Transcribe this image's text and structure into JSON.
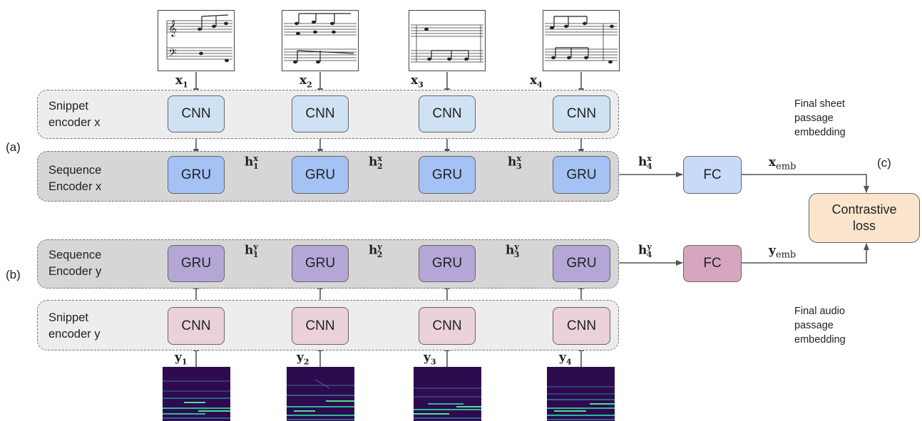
{
  "labels": {
    "a": "(a)",
    "b": "(b)",
    "c": "(c)",
    "snippet_x": [
      "Snippet",
      "encoder x"
    ],
    "sequence_x": [
      "Sequence",
      "Encoder x"
    ],
    "sequence_y": [
      "Sequence",
      "Encoder y"
    ],
    "snippet_y": [
      "Snippet",
      "encoder y"
    ]
  },
  "blocks": {
    "cnn": "CNN",
    "gru": "GRU",
    "fc": "FC",
    "loss": [
      "Contrastive",
      "loss"
    ]
  },
  "notes": {
    "sheet_embedding": [
      "Final sheet",
      "passage",
      "embedding"
    ],
    "audio_embedding": [
      "Final audio",
      "passage",
      "embedding"
    ]
  },
  "math": {
    "x_inputs": [
      {
        "base": "x",
        "sub": "1"
      },
      {
        "base": "x",
        "sub": "2"
      },
      {
        "base": "x",
        "sub": "3"
      },
      {
        "base": "x",
        "sub": "4"
      }
    ],
    "y_inputs": [
      {
        "base": "y",
        "sub": "1"
      },
      {
        "base": "y",
        "sub": "2"
      },
      {
        "base": "y",
        "sub": "3"
      },
      {
        "base": "y",
        "sub": "4"
      }
    ],
    "hx": [
      {
        "base": "h",
        "sup": "x",
        "sub": "1"
      },
      {
        "base": "h",
        "sup": "x",
        "sub": "2"
      },
      {
        "base": "h",
        "sup": "x",
        "sub": "3"
      },
      {
        "base": "h",
        "sup": "x",
        "sub": "4"
      }
    ],
    "hy": [
      {
        "base": "h",
        "sup": "y",
        "sub": "1"
      },
      {
        "base": "h",
        "sup": "y",
        "sub": "2"
      },
      {
        "base": "h",
        "sup": "y",
        "sub": "3"
      },
      {
        "base": "h",
        "sup": "y",
        "sub": "4"
      }
    ],
    "x_emb": {
      "base": "x",
      "sub": "emb"
    },
    "y_emb": {
      "base": "y",
      "sub": "emb"
    }
  },
  "colors": {
    "cnn_x": "#cfe2f3",
    "gru_x": "#a4c2f4",
    "gru_y": "#b4a7d6",
    "cnn_y": "#ead1dc",
    "fc_x": "#c9daf8",
    "fc_y": "#d5a6bd",
    "loss": "#fce5cd",
    "spectrogram": "#2e0a4f"
  }
}
